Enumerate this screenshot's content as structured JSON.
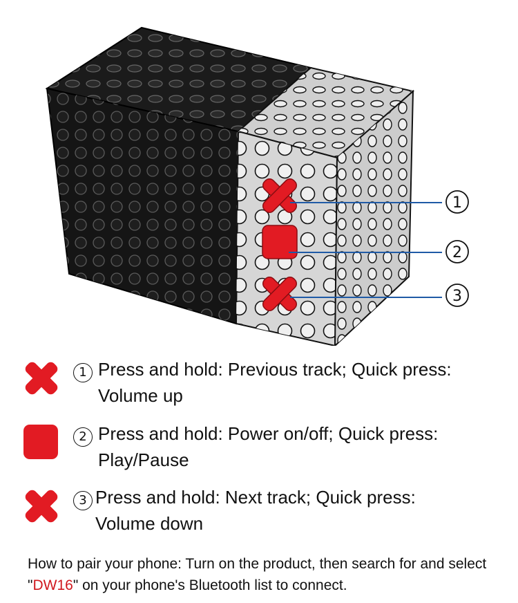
{
  "illustration": {
    "callouts": [
      {
        "num": "1",
        "target": "previous-volume-up-button"
      },
      {
        "num": "2",
        "target": "power-play-button"
      },
      {
        "num": "3",
        "target": "next-volume-down-button"
      }
    ],
    "colors": {
      "speaker_body": "#1a1a1a",
      "panel": "#d4d4d4",
      "button_red": "#e21b23",
      "callout_line": "#1f5aa6"
    }
  },
  "legend": [
    {
      "num": "1",
      "icon": "x-button-icon",
      "line1": "Press and hold: Previous track; Quick press:",
      "line2": "Volume up"
    },
    {
      "num": "2",
      "icon": "square-button-icon",
      "line1": "Press and hold: Power on/off; Quick press:",
      "line2": "Play/Pause"
    },
    {
      "num": "3",
      "icon": "x-button-icon",
      "line1": "Press and hold: Next track; Quick press:",
      "line2": "Volume down"
    }
  ],
  "pairing": {
    "part1": "How to pair your phone: Turn on the product, then search for and select \"",
    "device_name": "DW16",
    "part2": "\" on your phone's Bluetooth list to connect."
  }
}
